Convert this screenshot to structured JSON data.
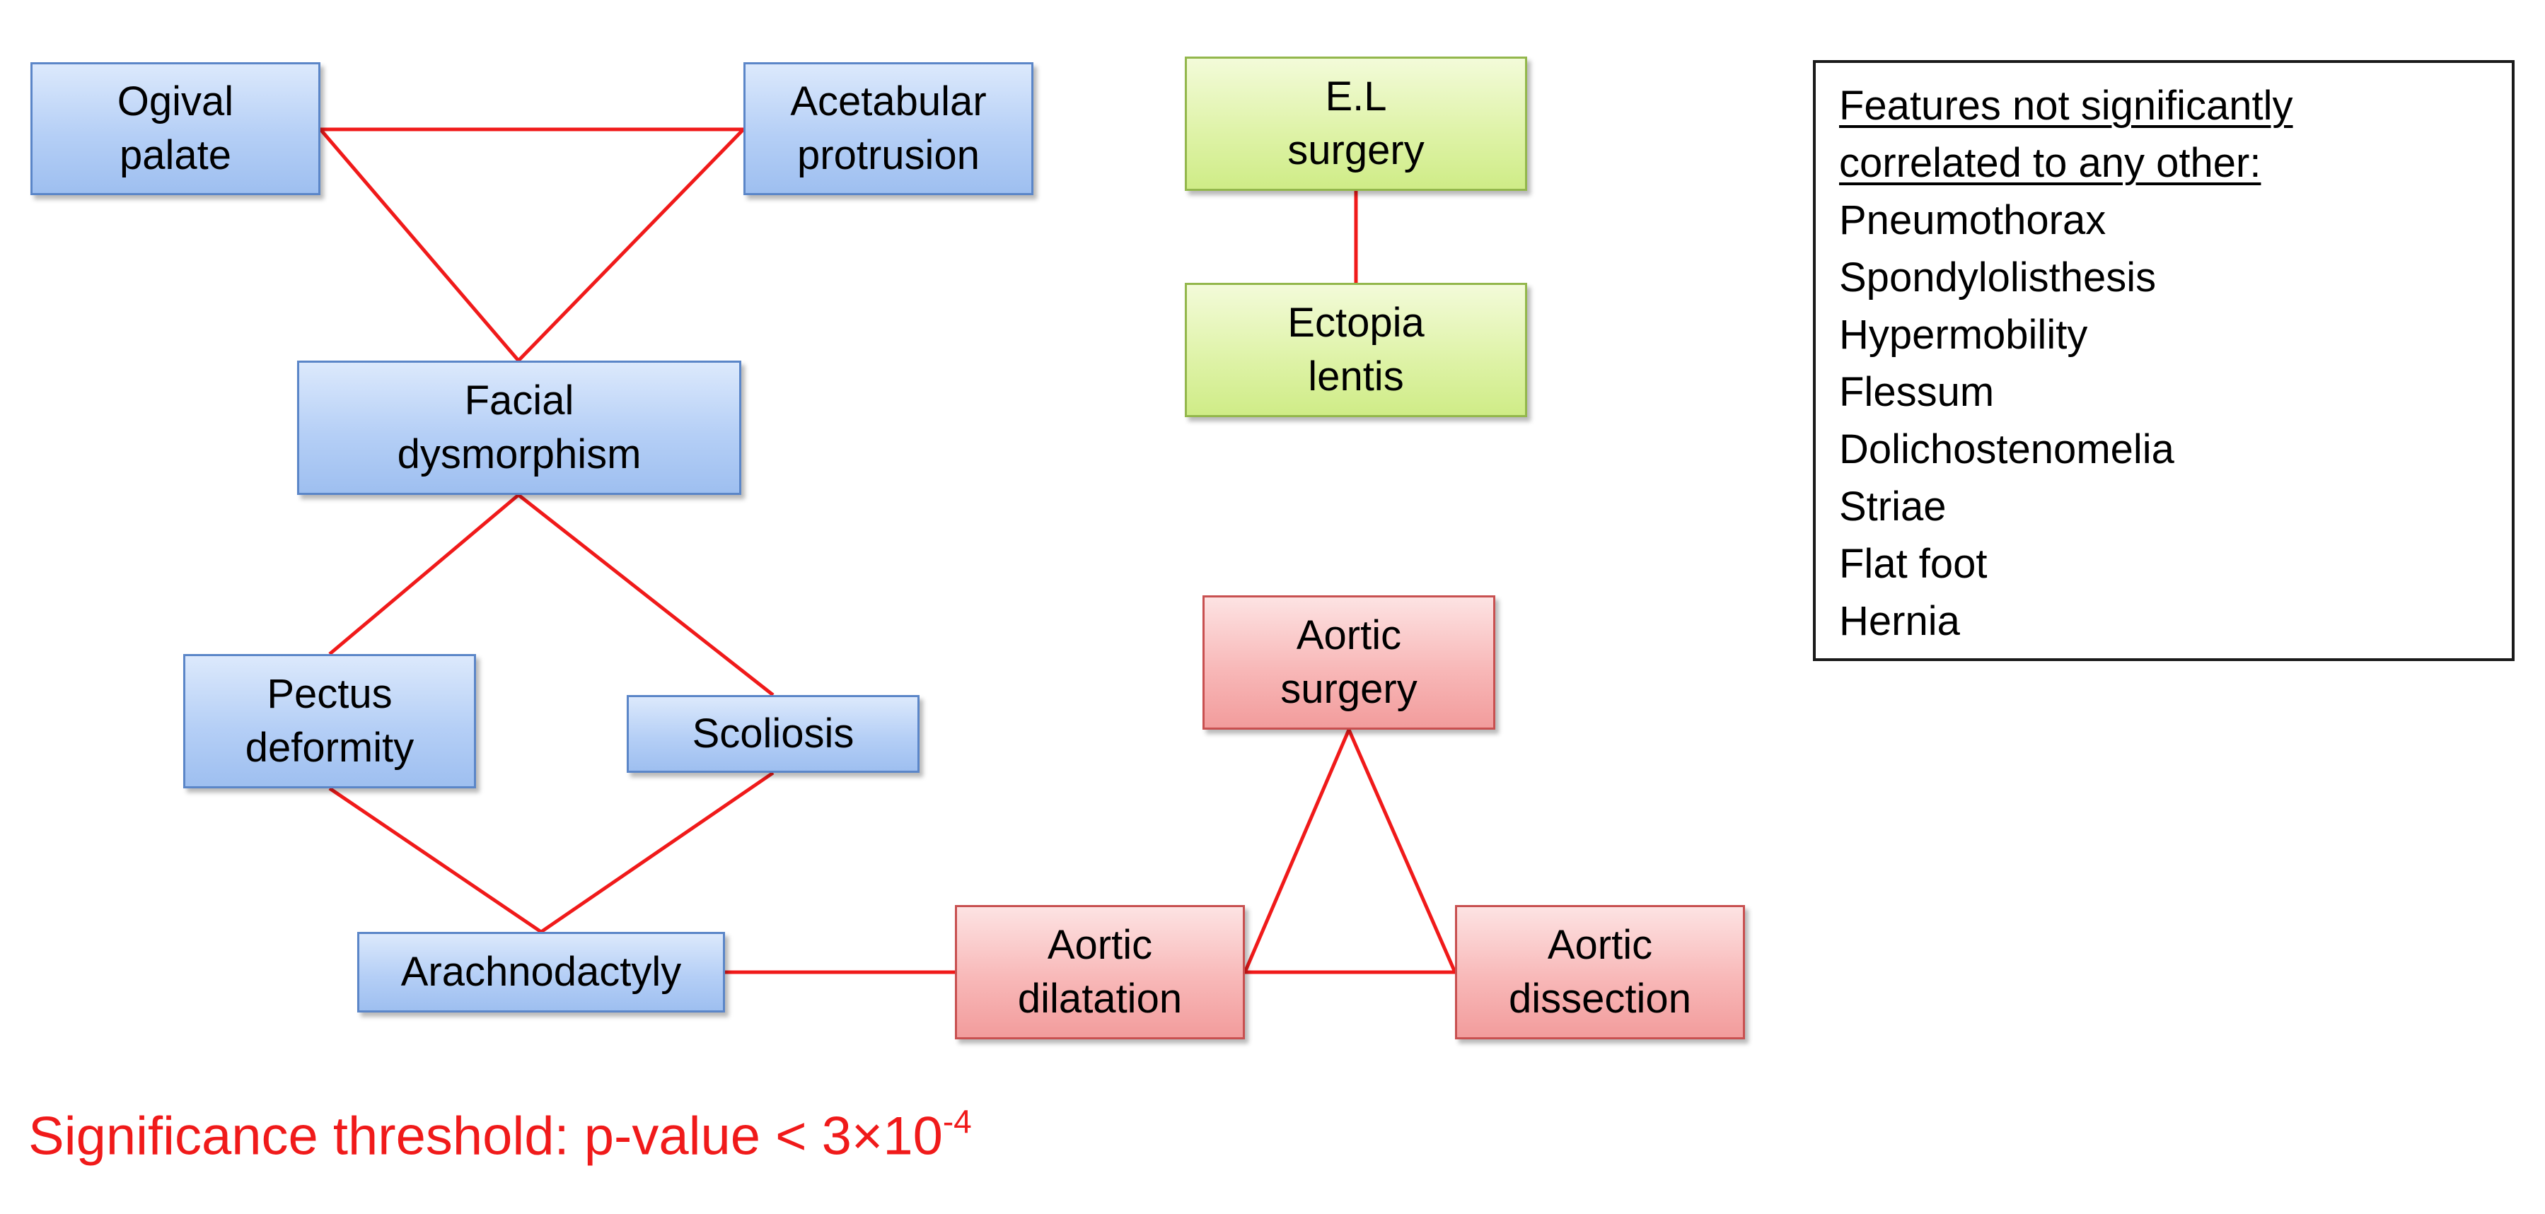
{
  "colors": {
    "edge": "#f01a1a",
    "threshold_text": "#f01a1a",
    "blue_group": "#b5cff6",
    "green_group": "#dff3a9",
    "red_group": "#f8b8b8"
  },
  "nodes": {
    "ogival": "Ogival\npalate",
    "acetabular": "Acetabular\nprotrusion",
    "el_surgery": "E.L\nsurgery",
    "ectopia": "Ectopia\nlentis",
    "facial": "Facial\ndysmorphism",
    "pectus": "Pectus\ndeformity",
    "scoliosis": "Scoliosis",
    "arachnodactyly": "Arachnodactyly",
    "aortic_surgery": "Aortic\nsurgery",
    "aortic_dilatation": "Aortic\ndilatation",
    "aortic_dissection": "Aortic\ndissection"
  },
  "edges": [
    [
      "ogival",
      "acetabular"
    ],
    [
      "ogival",
      "facial"
    ],
    [
      "acetabular",
      "facial"
    ],
    [
      "el_surgery",
      "ectopia"
    ],
    [
      "facial",
      "pectus"
    ],
    [
      "facial",
      "scoliosis"
    ],
    [
      "pectus",
      "arachnodactyly"
    ],
    [
      "scoliosis",
      "arachnodactyly"
    ],
    [
      "arachnodactyly",
      "aortic_dilatation"
    ],
    [
      "aortic_dilatation",
      "aortic_dissection"
    ],
    [
      "aortic_surgery",
      "aortic_dilatation"
    ],
    [
      "aortic_surgery",
      "aortic_dissection"
    ]
  ],
  "legend": {
    "title": "Features not significantly\ncorrelated to any other:",
    "items": [
      "Pneumothorax",
      "Spondylolisthesis",
      "Hypermobility",
      "Flessum",
      "Dolichostenomelia",
      "Striae",
      "Flat foot",
      "Hernia"
    ]
  },
  "threshold": {
    "prefix": "Significance threshold: p-value < 3×10",
    "exponent": "-4"
  }
}
